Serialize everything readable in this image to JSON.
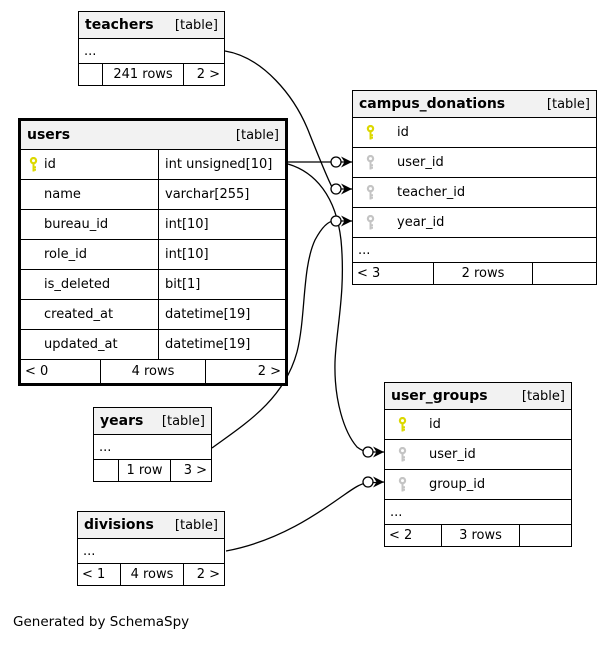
{
  "diagram": {
    "generated_by": "Generated by SchemaSpy",
    "colors": {
      "primary_key": "#dcd800",
      "foreign_key": "#c4c4c4",
      "header_bg": "#f2f2f2",
      "border": "#000000"
    },
    "icons": {
      "primary_key": "key-icon",
      "foreign_key": "key-icon"
    }
  },
  "tables": {
    "teachers": {
      "name": "teachers",
      "tag": "[table]",
      "ellipsis": "...",
      "footer": {
        "left": "",
        "center": "241 rows",
        "right": "2 >"
      }
    },
    "users": {
      "name": "users",
      "tag": "[table]",
      "columns": [
        {
          "name": "id",
          "type": "int unsigned[10]",
          "key": "primary"
        },
        {
          "name": "name",
          "type": "varchar[255]",
          "key": ""
        },
        {
          "name": "bureau_id",
          "type": "int[10]",
          "key": ""
        },
        {
          "name": "role_id",
          "type": "int[10]",
          "key": ""
        },
        {
          "name": "is_deleted",
          "type": "bit[1]",
          "key": ""
        },
        {
          "name": "created_at",
          "type": "datetime[19]",
          "key": ""
        },
        {
          "name": "updated_at",
          "type": "datetime[19]",
          "key": ""
        }
      ],
      "footer": {
        "left": "< 0",
        "center": "4 rows",
        "right": "2 >"
      }
    },
    "campus_donations": {
      "name": "campus_donations",
      "tag": "[table]",
      "ellipsis": "...",
      "columns": [
        {
          "name": "id",
          "key": "primary"
        },
        {
          "name": "user_id",
          "key": "foreign"
        },
        {
          "name": "teacher_id",
          "key": "foreign"
        },
        {
          "name": "year_id",
          "key": "foreign"
        }
      ],
      "footer": {
        "left": "< 3",
        "center": "2 rows",
        "right": ""
      }
    },
    "user_groups": {
      "name": "user_groups",
      "tag": "[table]",
      "ellipsis": "...",
      "columns": [
        {
          "name": "id",
          "key": "primary"
        },
        {
          "name": "user_id",
          "key": "foreign"
        },
        {
          "name": "group_id",
          "key": "foreign"
        }
      ],
      "footer": {
        "left": "< 2",
        "center": "3 rows",
        "right": ""
      }
    },
    "years": {
      "name": "years",
      "tag": "[table]",
      "ellipsis": "...",
      "footer": {
        "left": "",
        "center": "1 row",
        "right": "3 >"
      }
    },
    "divisions": {
      "name": "divisions",
      "tag": "[table]",
      "ellipsis": "...",
      "footer": {
        "left": "< 1",
        "center": "4 rows",
        "right": "2 >"
      }
    }
  },
  "relationships": [
    {
      "from": "users.id",
      "to": "campus_donations.user_id"
    },
    {
      "from": "teachers",
      "to": "campus_donations.teacher_id"
    },
    {
      "from": "years",
      "to": "campus_donations.year_id"
    },
    {
      "from": "users.id",
      "to": "user_groups.user_id"
    },
    {
      "from": "divisions",
      "to": "user_groups.group_id"
    }
  ]
}
